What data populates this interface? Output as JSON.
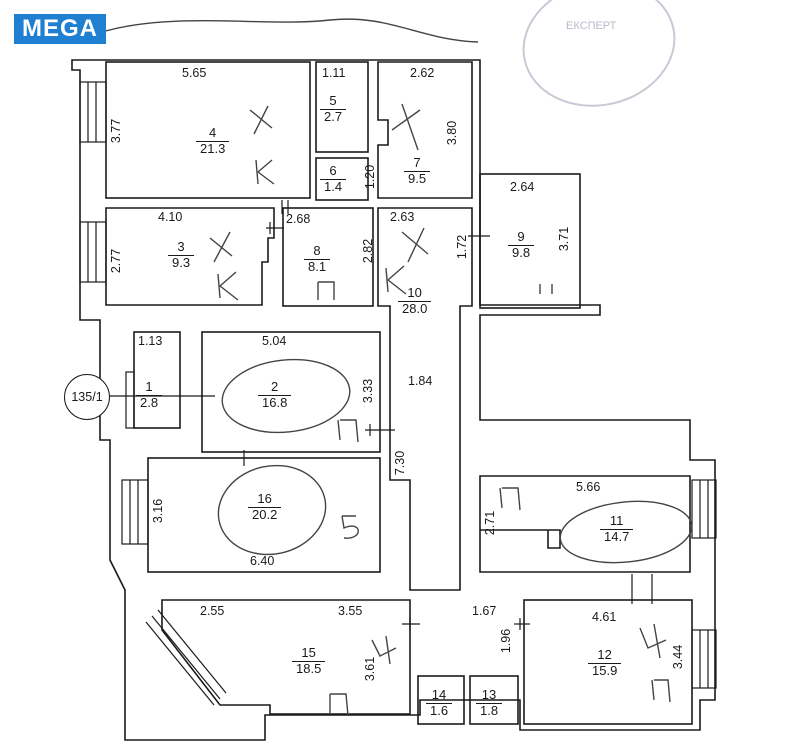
{
  "brand": {
    "logo_text": "MEGA"
  },
  "stamp": {
    "text": "ЕКСПЕРТ"
  },
  "plan_ref": "135/1",
  "rooms": [
    {
      "num": "1",
      "area": "2.8"
    },
    {
      "num": "2",
      "area": "16.8"
    },
    {
      "num": "3",
      "area": "9.3"
    },
    {
      "num": "4",
      "area": "21.3"
    },
    {
      "num": "5",
      "area": "2.7"
    },
    {
      "num": "6",
      "area": "1.4"
    },
    {
      "num": "7",
      "area": "9.5"
    },
    {
      "num": "8",
      "area": "8.1"
    },
    {
      "num": "9",
      "area": "9.8"
    },
    {
      "num": "10",
      "area": "28.0"
    },
    {
      "num": "11",
      "area": "14.7"
    },
    {
      "num": "12",
      "area": "15.9"
    },
    {
      "num": "13",
      "area": "1.8"
    },
    {
      "num": "14",
      "area": "1.6"
    },
    {
      "num": "15",
      "area": "18.5"
    },
    {
      "num": "16",
      "area": "20.2"
    }
  ],
  "dims": [
    "5.65",
    "3.77",
    "1.11",
    "2.62",
    "3.80",
    "1.20",
    "4.10",
    "2.77",
    "2.68",
    "2.82",
    "2.63",
    "1.72",
    "2.64",
    "3.71",
    "1.13",
    "5.04",
    "3.33",
    "1.84",
    "7.30",
    "3.16",
    "6.40",
    "5.66",
    "2.71",
    "2.55",
    "3.55",
    "1.67",
    "1.96",
    "4.61",
    "3.44",
    "3.61"
  ],
  "handwriting": [
    "К",
    "К",
    "К",
    "К",
    "П",
    "5",
    "П",
    "П",
    "П",
    "4",
    "4"
  ]
}
